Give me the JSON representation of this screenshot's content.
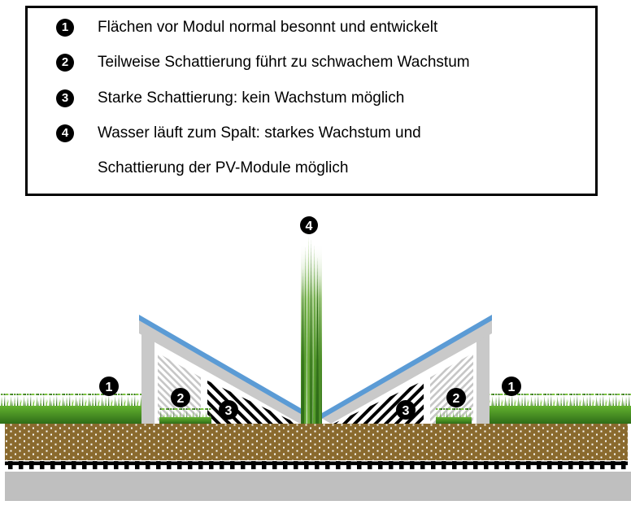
{
  "legend": {
    "items": [
      {
        "num": "1",
        "text": "Flächen vor Modul normal besonnt und entwickelt"
      },
      {
        "num": "2",
        "text": "Teilweise Schattierung führt zu schwachem Wachstum"
      },
      {
        "num": "3",
        "text": "Starke Schattierung: kein Wachstum möglich"
      },
      {
        "num": "4",
        "text": "Wasser läuft zum Spalt: starkes Wachstum und",
        "text_line2": "Schattierung der PV-Module möglich"
      }
    ]
  },
  "diagram": {
    "badges": {
      "zone1_left": "1",
      "zone2_left": "2",
      "zone3_left": "3",
      "zone4_center": "4",
      "zone3_right": "3",
      "zone2_right": "2",
      "zone1_right": "1"
    }
  },
  "colors": {
    "pv_surface_blue": "#5b9bd5",
    "module_frame_gray": "#c9c9c9",
    "hatch_light_gray": "#c6c6c6",
    "hatch_black": "#000000",
    "hatch_background": "#ffffff",
    "grass_dark": "#2f6d18",
    "grass_mid": "#57a02c",
    "grass_light": "#7cc63e",
    "substrate_brown": "#8a6a2e",
    "substrate_dot": "#ffffff",
    "drain_band_black": "#000000",
    "drain_band_white": "#ffffff",
    "deck_gray": "#bfbfbf",
    "badge_bg": "#000000",
    "badge_fg": "#ffffff",
    "legend_border": "#000000"
  }
}
